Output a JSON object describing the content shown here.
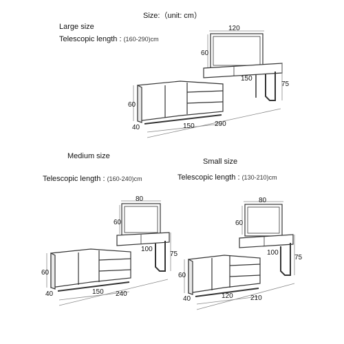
{
  "header": {
    "title": "Size:（unit: cm）"
  },
  "large": {
    "heading": "Large size",
    "telescopic_label": "Telescopic length :",
    "telescopic_range": "(160-290)cm",
    "dims": {
      "mirror_width": "120",
      "mirror_height": "60",
      "vanity_width": "150",
      "table_height": "75",
      "cabinet_height": "60",
      "depth": "40",
      "cabinet_width": "150",
      "total_length": "290"
    }
  },
  "medium": {
    "heading": "Medium size",
    "telescopic_label": "Telescopic length :",
    "telescopic_range": "(160-240)cm",
    "dims": {
      "mirror_width": "80",
      "mirror_height": "60",
      "vanity_width": "100",
      "table_height": "75",
      "cabinet_height": "60",
      "depth": "40",
      "cabinet_width": "150",
      "total_length": "240"
    }
  },
  "small": {
    "heading": "Small size",
    "telescopic_label": "Telescopic length :",
    "telescopic_range": "(130-210)cm",
    "dims": {
      "mirror_width": "80",
      "mirror_height": "60",
      "vanity_width": "100",
      "table_height": "75",
      "cabinet_height": "60",
      "depth": "40",
      "cabinet_width": "120",
      "total_length": "210"
    }
  },
  "colors": {
    "line": "#333333",
    "dimension_line": "#888888",
    "furniture_fill": "#ffffff"
  }
}
